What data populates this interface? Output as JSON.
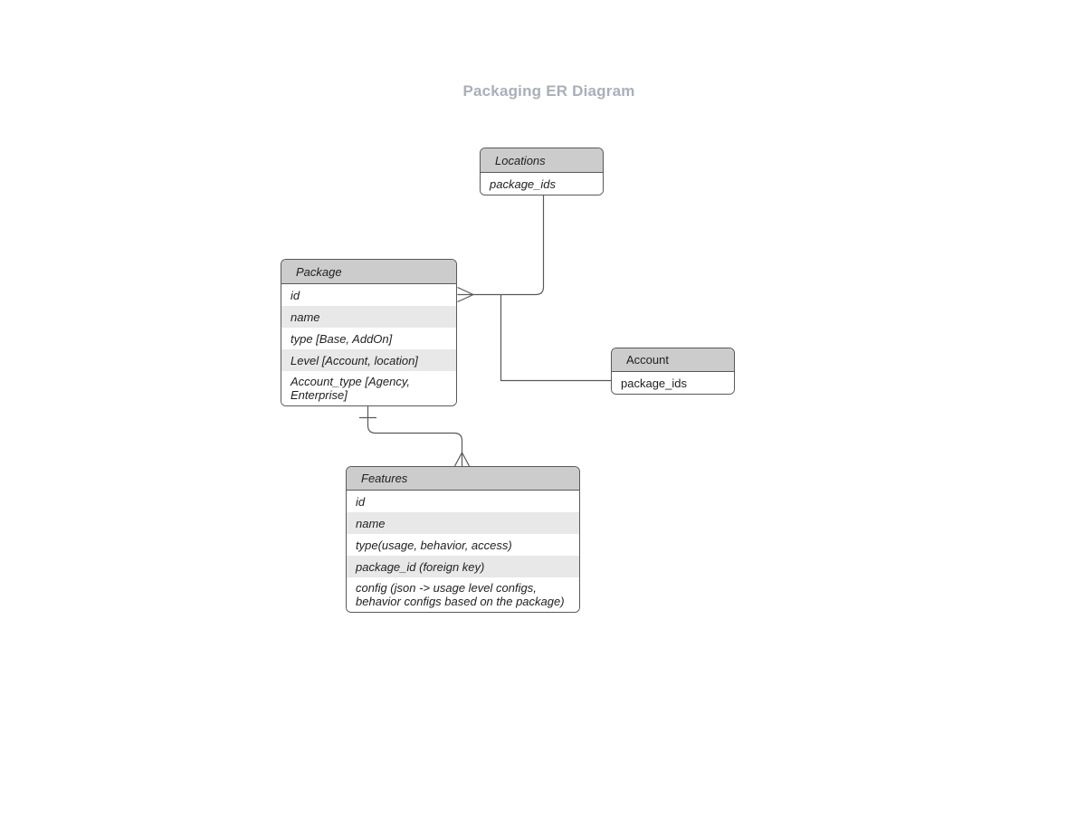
{
  "title": "Packaging ER Diagram",
  "colors": {
    "title_text": "#a9afbb",
    "entity_header_bg": "#cccccc",
    "entity_row_alt_bg": "#e8e8e8",
    "entity_border": "#595959",
    "connector": "#595959",
    "text": "#1f1f1f",
    "page_bg": "#ffffff"
  },
  "entities": [
    {
      "name": "Locations",
      "rows": [
        "package_ids"
      ]
    },
    {
      "name": "Package",
      "rows": [
        "id",
        "name",
        "type [Base, AddOn]",
        "Level [Account, location]",
        "Account_type [Agency, Enterprise]"
      ]
    },
    {
      "name": "Account",
      "rows": [
        "package_ids"
      ]
    },
    {
      "name": "Features",
      "rows": [
        "id",
        "name",
        "type(usage, behavior, access)",
        "package_id (foreign key)",
        "config (json -> usage level configs, behavior configs based on the package)"
      ]
    }
  ],
  "relationships": [
    {
      "from": "Locations",
      "to": "Package",
      "cardinality_at_package": "many (crow's foot)"
    },
    {
      "from": "Account",
      "to": "Package",
      "cardinality_at_package": "many (crow's foot, shared junction)"
    },
    {
      "from": "Package",
      "to": "Features",
      "cardinality_at_package": "one (tick)",
      "cardinality_at_features": "many (crow's foot)"
    }
  ]
}
